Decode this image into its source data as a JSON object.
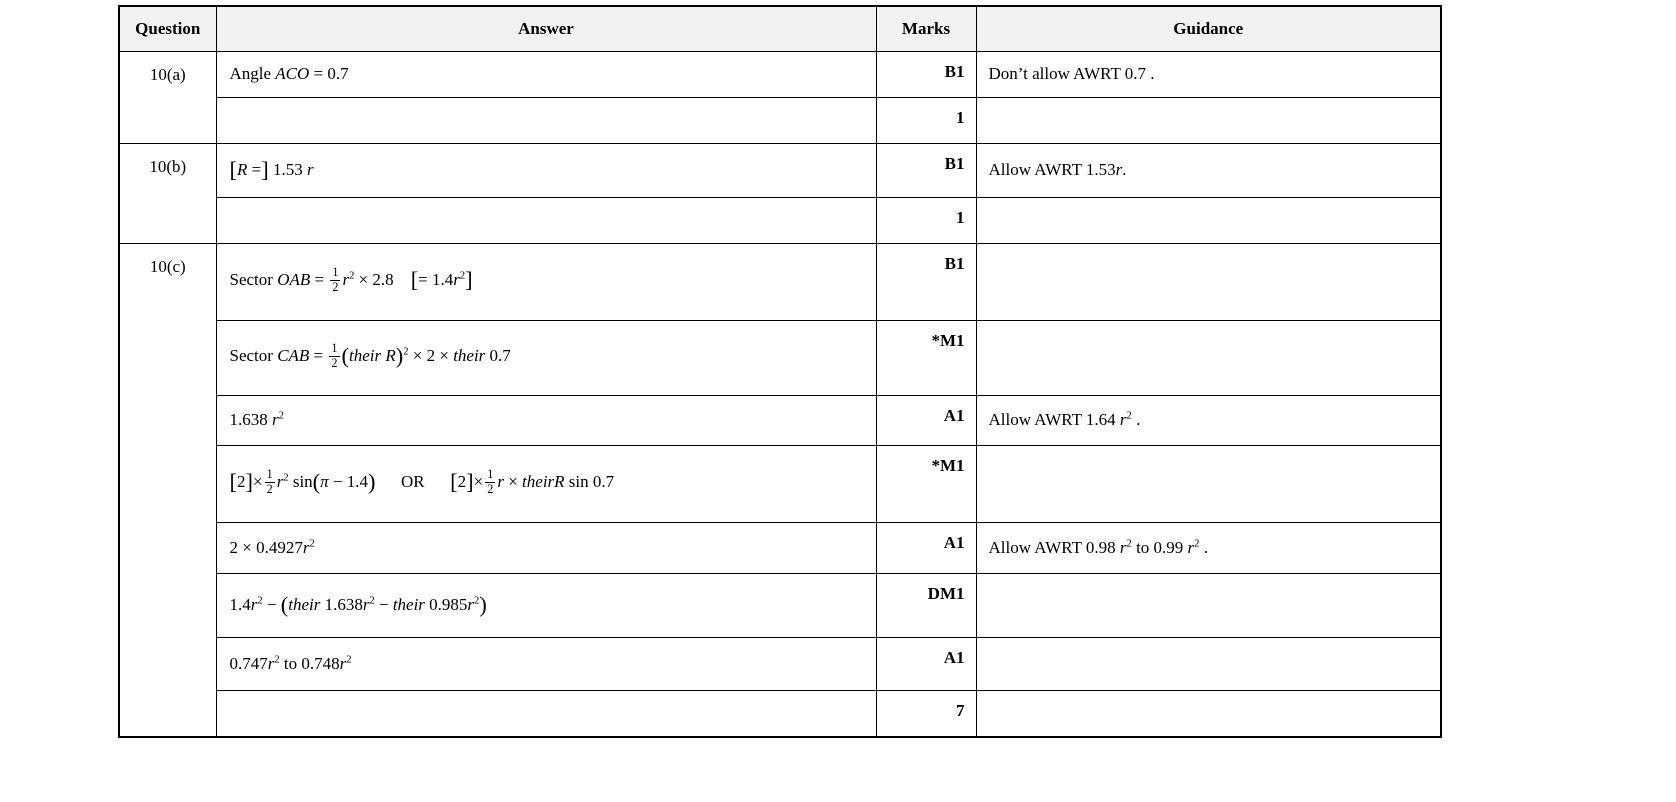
{
  "table": {
    "headers": {
      "question": "Question",
      "answer": "Answer",
      "marks": "Marks",
      "guidance": "Guidance"
    },
    "rows": [
      {
        "question": "10(a)",
        "answer": "Angle <i>ACO</i> = 0.7",
        "marks": "B1",
        "guidance": "Don’t allow AWRT 0.7 ."
      },
      {
        "answer": "",
        "marks": "1",
        "guidance": ""
      },
      {
        "question": "10(b)",
        "answer": "<span class='tallb'>[</span><i>R</i> =<span class='tallb'>]</span> 1.53 <i>r</i>",
        "marks": "B1",
        "guidance": "Allow AWRT 1.53<i>r</i>."
      },
      {
        "answer": "",
        "marks": "1",
        "guidance": ""
      },
      {
        "question": "10(c)",
        "answer": "Sector <i>OAB</i> = <span class='frac'><span class='num'>1</span><span class='den'>2</span></span><i>r</i><sup>2</sup> × 2.8&ensp;&ensp;<span class='tallb'>[</span>= 1.4<i>r</i><sup>2</sup><span class='tallb'>]</span>",
        "marks": "B1",
        "guidance": ""
      },
      {
        "answer": "Sector <i>CAB</i> = <span class='frac'><span class='num'>1</span><span class='den'>2</span></span><span class='tallb'>(</span><i>their R</i><span class='tallb'>)</span><sup>2</sup> × 2 × <i>their</i> 0.7",
        "marks": "*M1",
        "guidance": ""
      },
      {
        "answer": "1.638 <i>r</i><sup>2</sup>",
        "marks": "A1",
        "guidance": "Allow AWRT 1.64 <i>r</i><sup>2</sup> ."
      },
      {
        "answer": "<span class='tallb'>[</span>2<span class='tallb'>]</span>×<span class='frac'><span class='num'>1</span><span class='den'>2</span></span><i>r</i><sup>2</sup> sin<span class='tallb'>(</span><i>π</i> − 1.4<span class='tallb'>)</span>&emsp;&ensp;OR&emsp;&ensp;<span class='tallb'>[</span>2<span class='tallb'>]</span>×<span class='frac'><span class='num'>1</span><span class='den'>2</span></span><i>r</i> × <i>theirR</i> sin 0.7",
        "marks": "*M1",
        "guidance": ""
      },
      {
        "answer": "2 × 0.4927<i>r</i><sup>2</sup>",
        "marks": "A1",
        "guidance": "Allow AWRT 0.98 <i>r</i><sup>2</sup> to 0.99 <i>r</i><sup>2</sup> ."
      },
      {
        "answer": "1.4<i>r</i><sup>2</sup> − <span class='tallb'>(</span><i>their</i> 1.638<i>r</i><sup>2</sup> − <i>their</i> 0.985<i>r</i><sup>2</sup><span class='tallb'>)</span>",
        "marks": "DM1",
        "guidance": ""
      },
      {
        "answer": "0.747<i>r</i><sup>2</sup> to 0.748<i>r</i><sup>2</sup>",
        "marks": "A1",
        "guidance": ""
      },
      {
        "answer": "",
        "marks": "7",
        "guidance": ""
      }
    ]
  }
}
